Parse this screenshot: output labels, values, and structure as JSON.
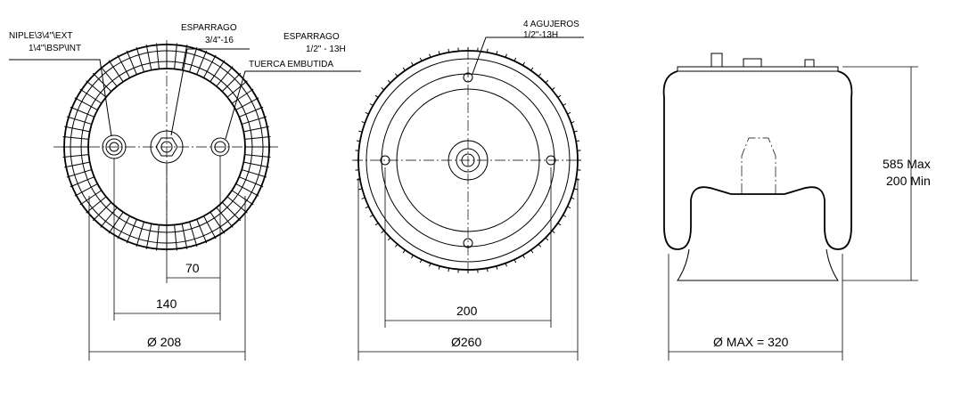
{
  "left_view": {
    "label_niple_1": "NIPLE\\3\\4\"\\EXT",
    "label_niple_2": "1\\4\"\\BSP\\INT",
    "label_esp1_1": "ESPARRAGO",
    "label_esp1_2": "3/4\"-16",
    "label_esp2_1": "ESPARRAGO",
    "label_esp2_2": "1/2\" - 13H",
    "label_tuerca": "TUERCA EMBUTIDA",
    "dim_70": "70",
    "dim_140": "140",
    "dim_diam": "Ø 208"
  },
  "middle_view": {
    "label_holes_1": "4 AGUJEROS",
    "label_holes_2": "1/2\"-13H",
    "dim_200": "200",
    "dim_diam": "Ø260"
  },
  "side_view": {
    "dim_max": "585 Max",
    "dim_min": "200 Min",
    "dim_diam": "Ø MAX = 320"
  }
}
